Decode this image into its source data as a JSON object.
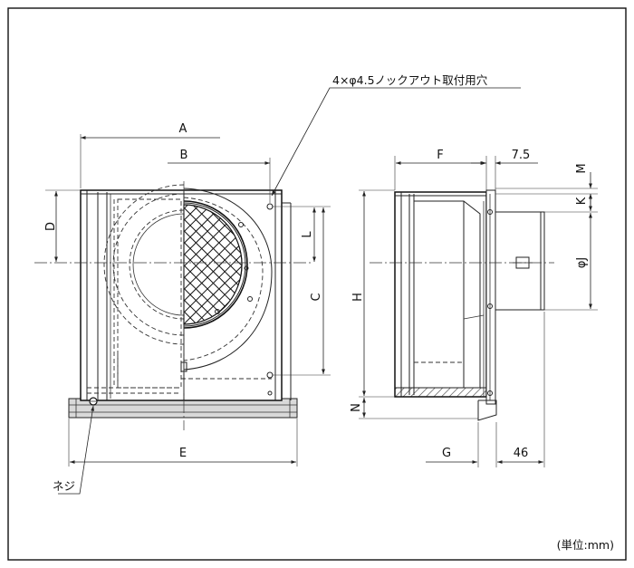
{
  "labels": {
    "A": "A",
    "B": "B",
    "C": "C",
    "D": "D",
    "E": "E",
    "F": "F",
    "G": "G",
    "H": "H",
    "K": "K",
    "L": "L",
    "M": "M",
    "N": "N",
    "phiJ": "φJ",
    "dim_7_5": "7.5",
    "dim_46": "46"
  },
  "notes": {
    "knockout_holes": "4×φ4.5ノックアウト取付用穴",
    "screw": "ネジ",
    "unit": "(単位:mm)"
  }
}
